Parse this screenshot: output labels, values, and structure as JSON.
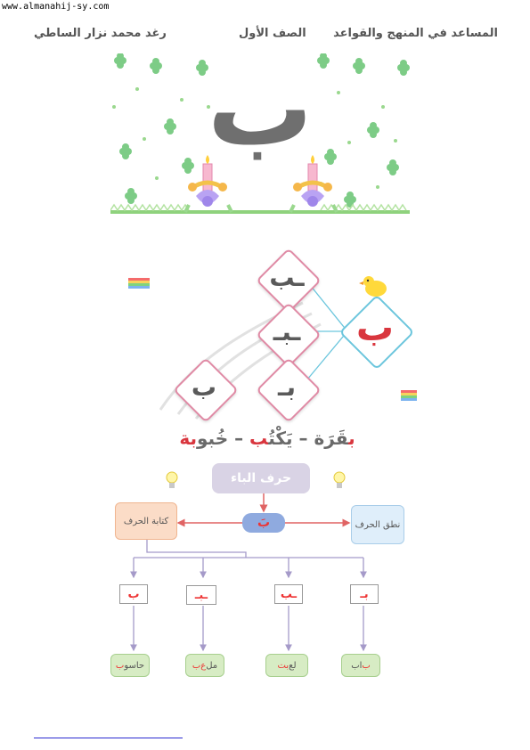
{
  "header": {
    "site_url": "www.almanahij-sy.com",
    "book": "المساعد في المنهج والقواعد",
    "grade": "الصف الأول",
    "author": "رغد محمد نزار الساطي"
  },
  "illustration": {
    "letter": "ب"
  },
  "letter_forms": {
    "top": "ـب",
    "middle": "ـبـ",
    "bottom_right": "بـ",
    "bottom_left": "ب",
    "main": "ب"
  },
  "example_words": {
    "w1_letter": "ب",
    "w1_rest": "قَرَة",
    "sep1": " – ",
    "w2_pre": "يَكْتُ",
    "w2_letter": "ب",
    "sep2": " – ",
    "w3_pre": "خُبو",
    "w3_letter": "بة"
  },
  "mindmap": {
    "title": "حرف الباء",
    "left": "كتابة الحرف",
    "right": "نطق الحرف",
    "center": "بَ",
    "forms": [
      "ب",
      "ـبـ",
      "ـب",
      "بـ"
    ],
    "words": [
      {
        "pre": "حاسو",
        "letter": "ب",
        "post": ""
      },
      {
        "pre": "مل",
        "letter": "ع",
        "post": "ب"
      },
      {
        "pre": "لع",
        "letter": "بت",
        "post": ""
      },
      {
        "pre": "",
        "letter": "ب",
        "post": "اب"
      }
    ]
  },
  "colors": {
    "letter_gray": "#6f6f6f",
    "highlight_red": "#e33333",
    "diamond_pink": "#e08aa5",
    "diamond_blue": "#6cc6dd",
    "arrow_purple": "#a59ac9",
    "arrow_red": "#e06464"
  }
}
